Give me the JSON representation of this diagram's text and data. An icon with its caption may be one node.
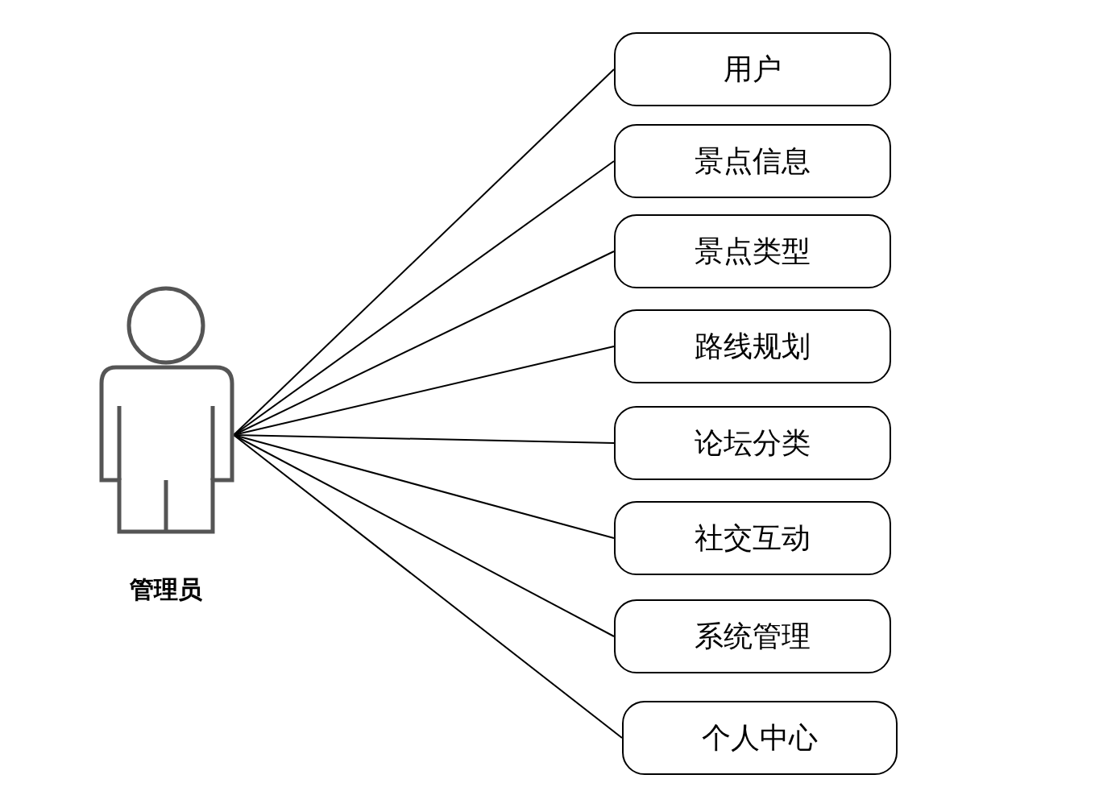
{
  "diagram": {
    "nodes": [
      {
        "text": [
          "管理员"
        ]
      },
      {
        "text": [
          "用户"
        ]
      },
      {
        "text": [
          "景点信息"
        ]
      },
      {
        "text": [
          "景点类型"
        ]
      },
      {
        "text": [
          "路线规划"
        ]
      },
      {
        "text": [
          "论坛分类"
        ]
      },
      {
        "text": [
          "社交互动"
        ]
      },
      {
        "text": [
          "系统管理"
        ]
      },
      {
        "text": [
          "个人中心"
        ]
      }
    ],
    "edges": [
      {
        "from": 0,
        "to": 1,
        "arrow": "none"
      },
      {
        "from": 0,
        "to": 2,
        "arrow": "none"
      },
      {
        "from": 0,
        "to": 3,
        "arrow": "none"
      },
      {
        "from": 0,
        "to": 4,
        "arrow": "none"
      },
      {
        "from": 0,
        "to": 5,
        "arrow": "none"
      },
      {
        "from": 0,
        "to": 6,
        "arrow": "none"
      },
      {
        "from": 0,
        "to": 7,
        "arrow": "none"
      },
      {
        "from": 0,
        "to": 8,
        "arrow": "none"
      }
    ]
  }
}
